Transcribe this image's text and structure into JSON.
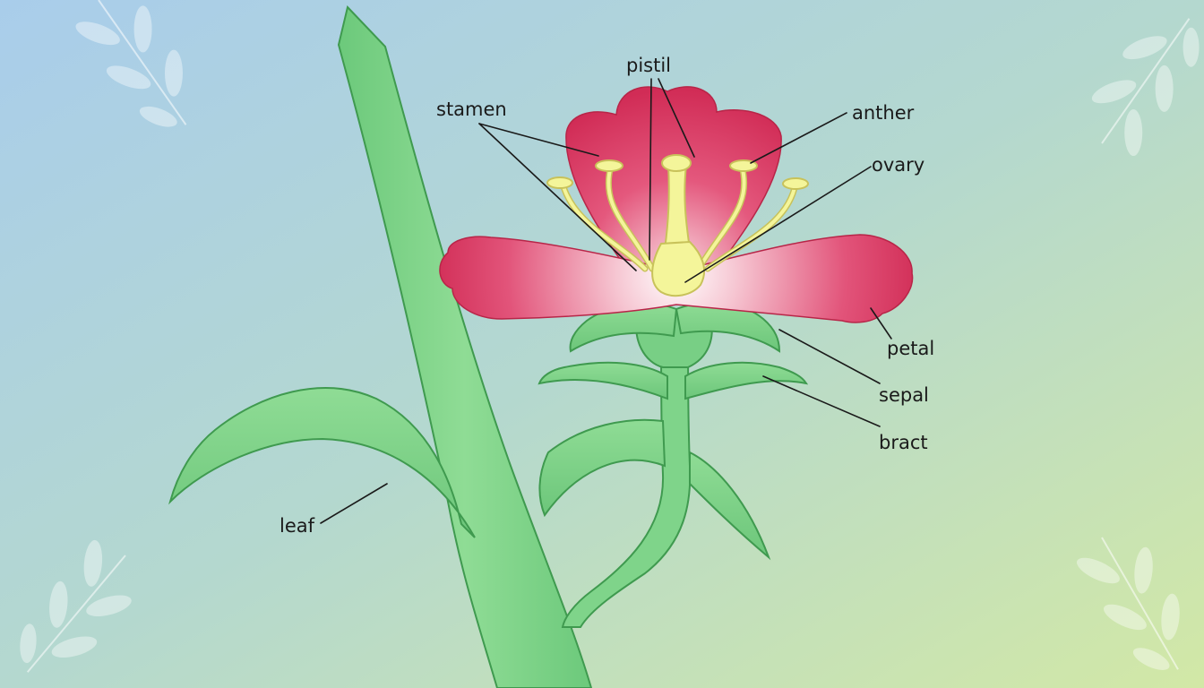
{
  "diagram": {
    "subject": "flower anatomy",
    "labels": {
      "pistil": "pistil",
      "stamen": "stamen",
      "anther": "anther",
      "ovary": "ovary",
      "petal": "petal",
      "sepal": "sepal",
      "bract": "bract",
      "leaf": "leaf"
    }
  },
  "colors": {
    "background_top_left": "#a9cdeb",
    "background_bottom_right": "#cfe6a8",
    "petal_edge": "#d6365c",
    "petal_center": "#fbe3ea",
    "stem_green": "#7fd48a",
    "stem_outline": "#3f9a4f",
    "stamen_yellow": "#f4f59a",
    "stamen_outline": "#c8c25a",
    "label_text": "#1a1a1a",
    "decor_leaf": "#ffffff"
  }
}
